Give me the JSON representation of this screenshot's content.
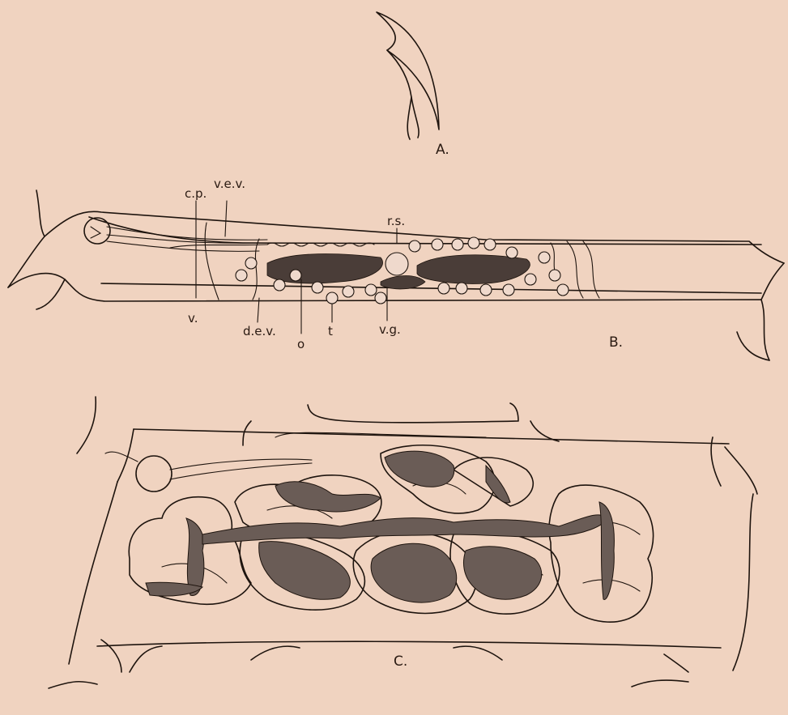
{
  "figures": [
    {
      "id": "A",
      "label": "A."
    },
    {
      "id": "B",
      "label": "B."
    },
    {
      "id": "C",
      "label": "C."
    }
  ],
  "labels": {
    "c_p": "c.p.",
    "v_e_v": "v.e.v.",
    "r_s": "r.s.",
    "v": "v.",
    "d_e_v": "d.e.v.",
    "o": "o",
    "t": "t",
    "v_g": "v.g."
  },
  "colors": {
    "paper": "#f0d3c0",
    "ink": "#1e140e",
    "stipple": "#4a3d38"
  }
}
